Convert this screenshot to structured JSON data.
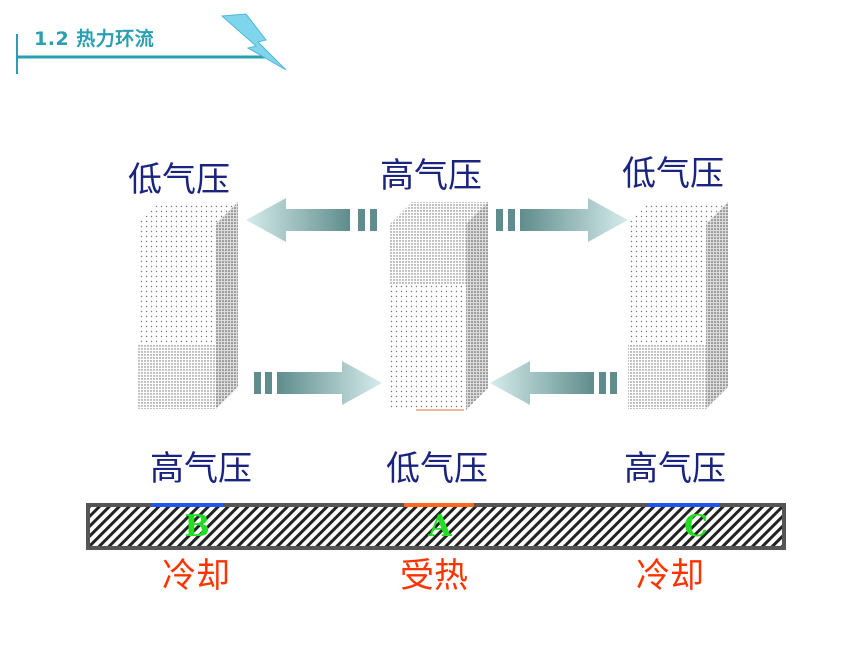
{
  "header": {
    "title": "1.2  热力环流"
  },
  "columns": [
    {
      "id": "left",
      "top_label": "低气压",
      "bottom_label": "高气压",
      "letter": "B",
      "effect": "冷却",
      "surface_color": "#2255ee"
    },
    {
      "id": "center",
      "top_label": "高气压",
      "bottom_label": "低气压",
      "letter": "A",
      "effect": "受热",
      "surface_color": "#ff6622"
    },
    {
      "id": "right",
      "top_label": "低气压",
      "bottom_label": "高气压",
      "letter": "C",
      "effect": "冷却",
      "surface_color": "#2255ee"
    }
  ],
  "colors": {
    "header_accent": "#2a9fb3",
    "label": "#1a237e",
    "letter": "#22dd22",
    "effect": "#ff3300",
    "arrow_dark": "#5f8c8c",
    "arrow_light": "#d6ecec"
  }
}
